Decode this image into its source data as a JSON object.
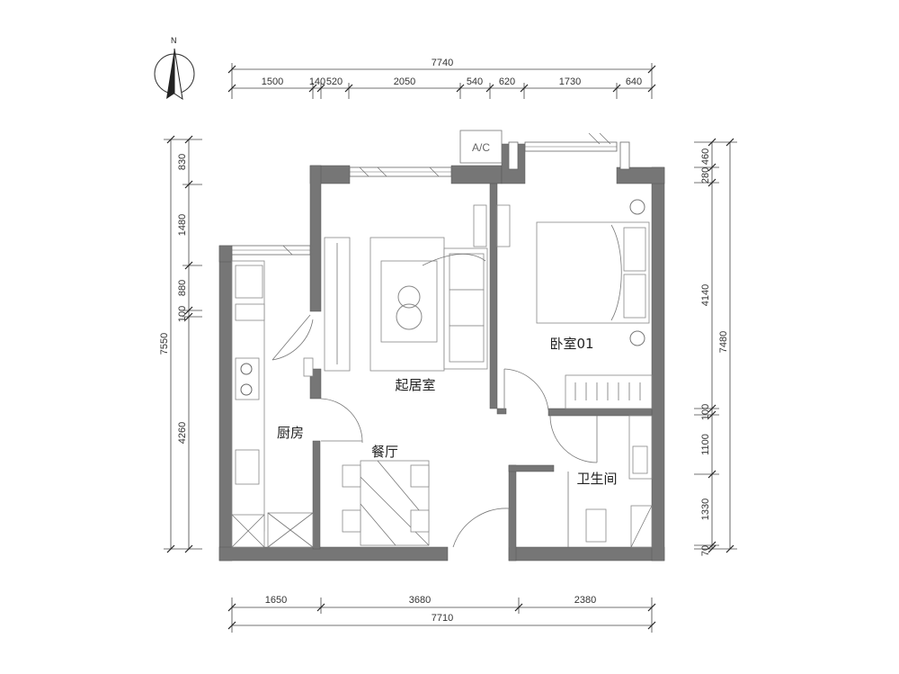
{
  "compass": {
    "label": "N"
  },
  "rooms": {
    "living": "起居室",
    "bedroom": "卧室01",
    "kitchen": "厨房",
    "dining": "餐厅",
    "bathroom": "卫生间"
  },
  "ac_label": "A/C",
  "dimensions": {
    "top_total": "7740",
    "top_segments": [
      "1500",
      "140",
      "520",
      "2050",
      "540",
      "620",
      "1730",
      "640"
    ],
    "bottom_total": "7710",
    "bottom_segments": [
      "1650",
      "3680",
      "2380"
    ],
    "left_total": "7550",
    "left_segments": [
      "830",
      "1480",
      "880",
      "100",
      "4260"
    ],
    "right_total": "7480",
    "right_segments": [
      "460",
      "280",
      "4140",
      "100",
      "1100",
      "1330",
      "70"
    ]
  }
}
